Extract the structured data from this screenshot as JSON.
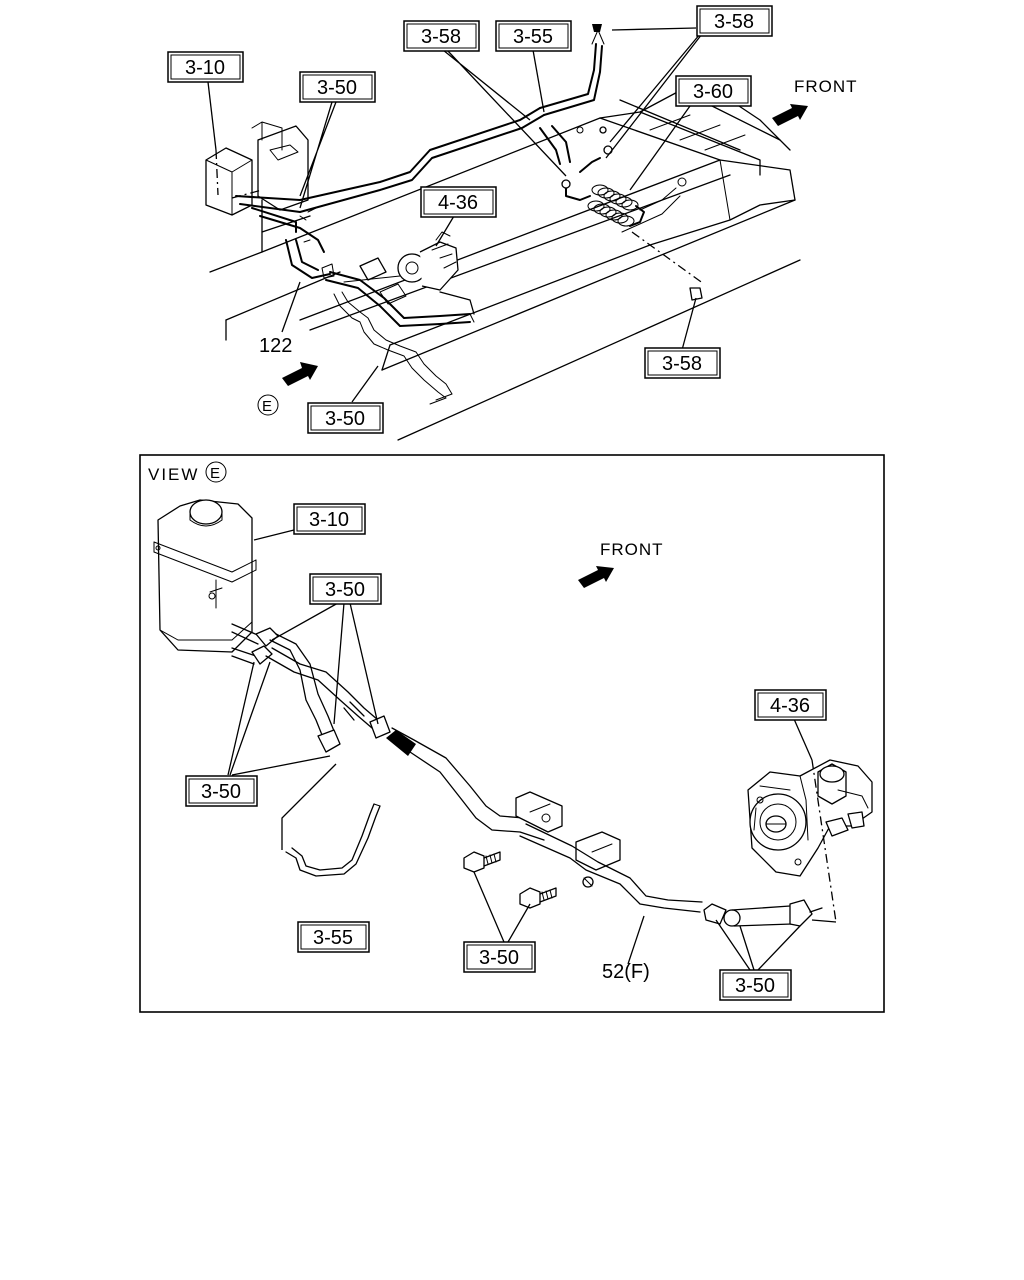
{
  "top_view": {
    "front_label": "FRONT",
    "callouts": {
      "reservoir": "3-10",
      "return_line_clips": "3-50",
      "clamp_nuts_left": "3-58",
      "hose_355": "3-55",
      "clamp_nuts_right": "3-58",
      "cooler": "3-60",
      "pump": "4-36",
      "clamp_nut_lower": "3-58",
      "suction_hose": "3-50"
    },
    "plain_labels": {
      "hose_122": "122"
    },
    "view_marker": "E"
  },
  "detail_view": {
    "title": "VIEW",
    "marker": "E",
    "front_label": "FRONT",
    "callouts": {
      "reservoir": "3-10",
      "hose_clamps_top": "3-50",
      "hose_clamps_left": "3-50",
      "pump": "4-36",
      "hose_355": "3-55",
      "bolts": "3-50",
      "hose_clamps_pump": "3-50"
    },
    "plain_labels": {
      "pressure_line": "52(F)"
    }
  }
}
